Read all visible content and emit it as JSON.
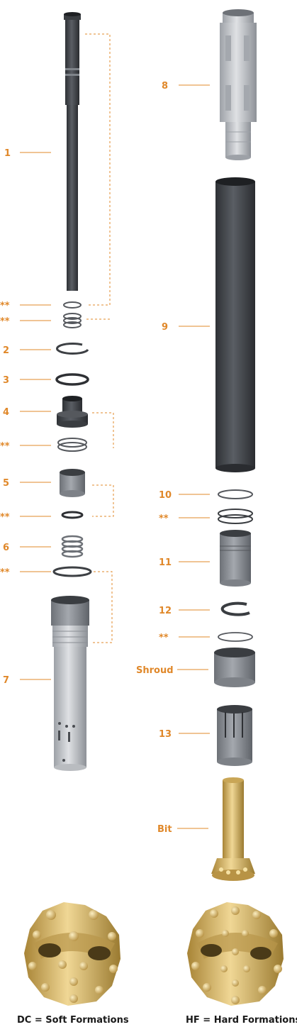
{
  "labels": {
    "l1": "1",
    "l2": "2",
    "l3": "3",
    "l4": "4",
    "l5": "5",
    "l6": "6",
    "l7": "7",
    "l8": "8",
    "l9": "9",
    "l10": "10",
    "l11": "11",
    "l12": "12",
    "l13": "13",
    "star": "**",
    "shroud": "Shroud",
    "bit": "Bit"
  },
  "captions": {
    "dc": "DC = Soft Formations",
    "hf": "HF = Hard Formations"
  },
  "colors": {
    "accent": "#e0882a",
    "steel_dark": "#4a4d52",
    "steel_mid": "#8c9096",
    "steel_light": "#c9ccd0",
    "gold": "#d9b86a",
    "gold_dark": "#a88436",
    "caption": "#1a1a1a"
  }
}
